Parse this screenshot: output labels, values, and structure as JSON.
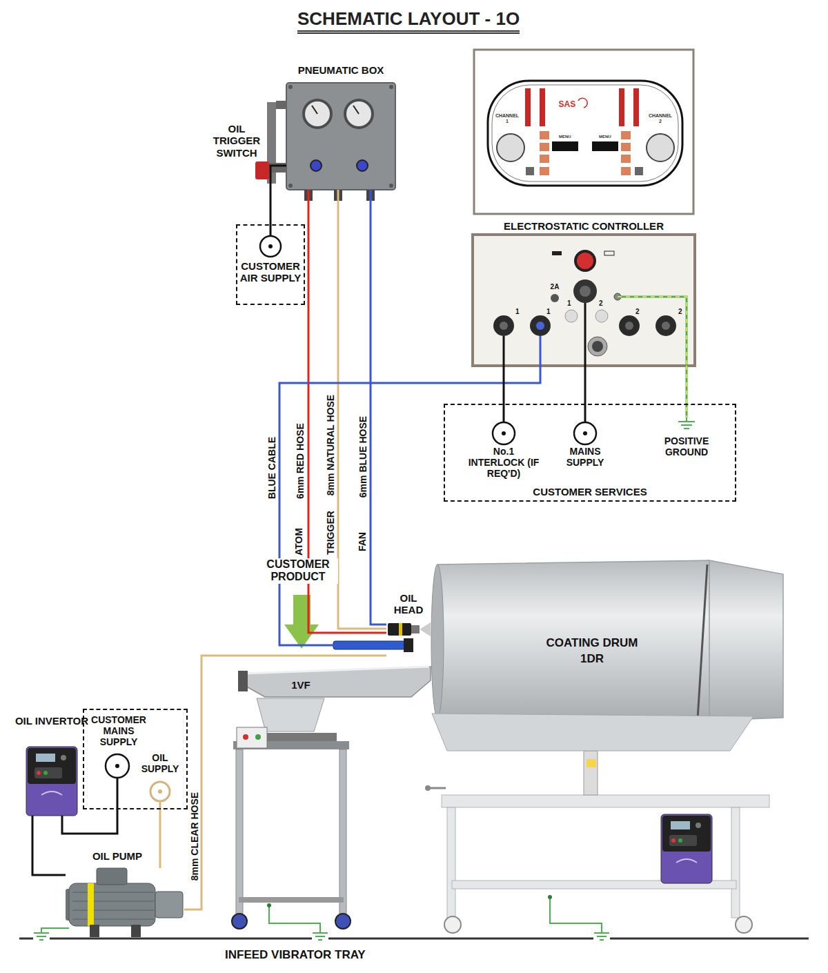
{
  "diagram": {
    "title": "SCHEMATIC LAYOUT - 1O",
    "nodes": [
      {
        "text": [
          "PNEUMATIC BOX"
        ]
      },
      {
        "text": [
          "CUSTOMER AIR SUPPLY"
        ]
      },
      {
        "text": [
          "ELECTROSTATIC CONTROLLER"
        ]
      },
      {
        "text": [
          "2A"
        ]
      },
      {
        "text": [
          "CUSTOMER SERVICES"
        ]
      },
      {
        "text": [
          "No.1 INTERLOCK (IF REQ'D)"
        ],
        "in": 4
      },
      {
        "text": [
          "MAINS SUPPLY"
        ],
        "in": 4
      },
      {
        "text": [
          "POSITIVE GROUND"
        ],
        "in": 4
      },
      {
        "text": [
          "OIL HEAD"
        ]
      },
      {
        "text": [
          "COATING DRUM",
          "1DR"
        ]
      },
      {
        "text": [
          "1VF"
        ]
      },
      {
        "text": [
          "OIL INVERTOR"
        ]
      },
      {
        "text": [
          "CUSTOMER MAINS SUPPLY"
        ]
      },
      {
        "text": [
          "OIL SUPPLY"
        ],
        "in": 12
      },
      {
        "text": [
          "OIL PUMP"
        ]
      }
    ],
    "edges": [
      {
        "from": 1,
        "to": 0,
        "arrow": "none"
      },
      {
        "from": 0,
        "to": 8,
        "label": "6mm RED HOSE",
        "arrow": "none"
      },
      {
        "from": 0,
        "to": 8,
        "label": "8mm NATURAL HOSE",
        "arrow": "none"
      },
      {
        "from": 0,
        "to": 8,
        "label": "6mm BLUE HOSE",
        "arrow": "none"
      },
      {
        "from": 3,
        "to": 8,
        "label": "BLUE CABLE",
        "arrow": "none"
      },
      {
        "from": 3,
        "to": 5,
        "arrow": "none"
      },
      {
        "from": 3,
        "to": 6,
        "arrow": "none"
      },
      {
        "from": 3,
        "to": 7,
        "arrow": "none"
      },
      {
        "from": 13,
        "to": 14,
        "arrow": "none"
      },
      {
        "from": 14,
        "to": 8,
        "label": "8mm CLEAR HOSE",
        "arrow": "none"
      },
      {
        "from": 12,
        "to": 11,
        "arrow": "none"
      },
      {
        "from": 11,
        "to": 14,
        "arrow": "none"
      }
    ],
    "labels": [
      "OIL TRIGGER SWITCH",
      "SAS",
      "CHANNEL 1",
      "CHANNEL 2",
      "MENU",
      "MENU",
      "1",
      "1",
      "1",
      "2",
      "2",
      "2",
      "ATOM",
      "TRIGGER",
      "FAN",
      "CUSTOMER PRODUCT",
      "INFEED VIBRATOR TRAY"
    ]
  }
}
